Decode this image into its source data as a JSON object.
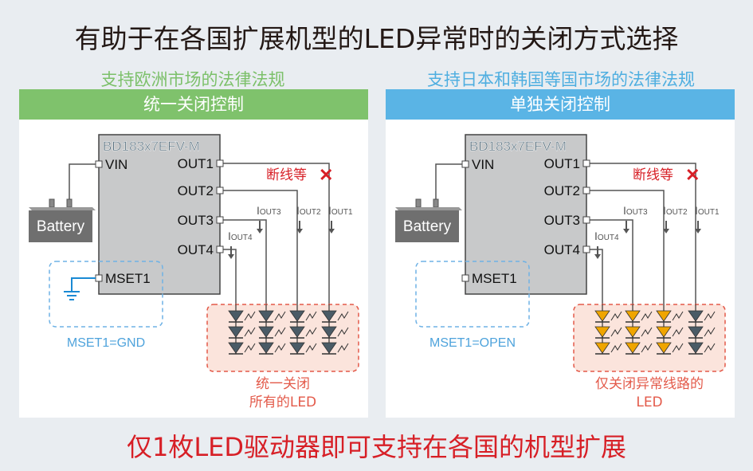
{
  "title": "有助于在各国扩展机型的LED异常时的关闭方式选择",
  "bottom_caption": "仅1枚LED驱动器即可支持在各国的机型扩展",
  "colors": {
    "green": "#7fc26c",
    "blue": "#5ab4e5",
    "red": "#d71f26",
    "led_off": "#4a5b66",
    "led_on": "#f0a500",
    "chip": "#c8c9ca",
    "highlight_box": "#fbe4dc"
  },
  "panels": [
    {
      "subtitle": "支持欧洲市场的法律法规",
      "header": "统一关闭控制",
      "chip_label": "BD183x7EFV-M",
      "pins": {
        "vin": "VIN",
        "out1": "OUT1",
        "out2": "OUT2",
        "out3": "OUT3",
        "out4": "OUT4",
        "mset": "MSET1"
      },
      "battery_label": "Battery",
      "fault_label": "断线等",
      "currents": {
        "i1": "OUT1",
        "i2": "OUT2",
        "i3": "OUT3",
        "i4": "OUT4",
        "prefix": "I"
      },
      "mset_caption": "MSET1=GND",
      "result_caption_line1": "统一关闭",
      "result_caption_line2": "所有的LED",
      "led_states": [
        "off",
        "off",
        "off",
        "off"
      ],
      "mset_grounded": true
    },
    {
      "subtitle": "支持日本和韩国等国市场的法律法规",
      "header": "单独关闭控制",
      "chip_label": "BD183x7EFV-M",
      "pins": {
        "vin": "VIN",
        "out1": "OUT1",
        "out2": "OUT2",
        "out3": "OUT3",
        "out4": "OUT4",
        "mset": "MSET1"
      },
      "battery_label": "Battery",
      "fault_label": "断线等",
      "currents": {
        "i1": "OUT1",
        "i2": "OUT2",
        "i3": "OUT3",
        "i4": "OUT4",
        "prefix": "I"
      },
      "mset_caption": "MSET1=OPEN",
      "result_caption_line1": "仅关闭异常线路的",
      "result_caption_line2": "LED",
      "led_states": [
        "on",
        "on",
        "on",
        "off"
      ],
      "mset_grounded": false
    }
  ]
}
